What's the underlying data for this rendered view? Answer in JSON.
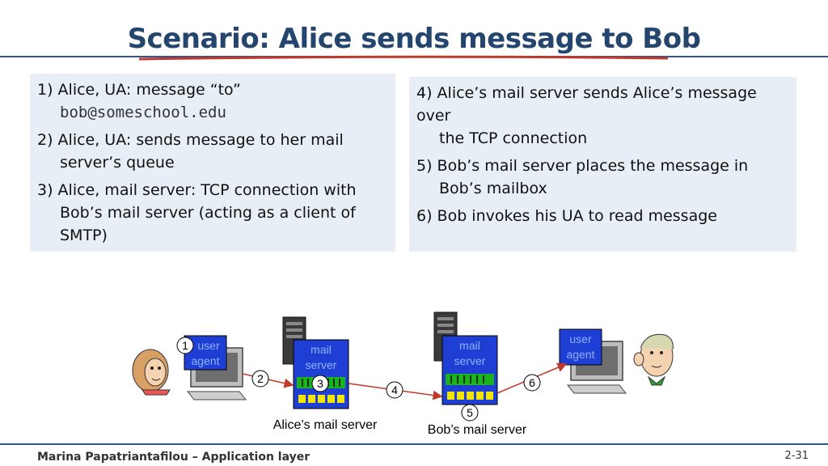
{
  "title": "Scenario: Alice sends message to Bob",
  "left_box": {
    "step1_a": "1) Alice, UA: message “to”",
    "step1_b": "bob@someschool.edu",
    "step2_a": "2) Alice, UA: sends message to her mail",
    "step2_b": "server’s queue",
    "step3_a": "3) Alice,  mail server: TCP connection with",
    "step3_b": "Bob’s mail server (acting as a client of",
    "step3_c": "SMTP)"
  },
  "right_box": {
    "step4_a": "4) Alice’s mail server sends Alice’s message over",
    "step4_b": "the TCP connection",
    "step5_a": "5) Bob’s mail server places the message in",
    "step5_b": "Bob’s mailbox",
    "step6_a": "6) Bob invokes his UA to read message"
  },
  "diagram": {
    "alice_ua_label_1": "user",
    "alice_ua_label_2": "agent",
    "alice_server_label_1": "mail",
    "alice_server_label_2": "server",
    "bob_server_label_1": "mail",
    "bob_server_label_2": "server",
    "bob_ua_label_1": "user",
    "bob_ua_label_2": "agent",
    "alice_server_caption": "Alice’s mail server",
    "bob_server_caption": "Bob’s mail server",
    "step_numbers": [
      "1",
      "2",
      "3",
      "4",
      "5",
      "6"
    ]
  },
  "footer": "Marina Papatriantafilou –  Application layer",
  "page_number": "2-31",
  "colors": {
    "title": "#24466e",
    "box_bg": "#e7eef5",
    "node_blue": "#1f3fd4",
    "queue_green": "#1bb31b",
    "mailbox_yellow": "#f2e600",
    "rule": "#2f5597",
    "swoosh": "#c0392b"
  }
}
